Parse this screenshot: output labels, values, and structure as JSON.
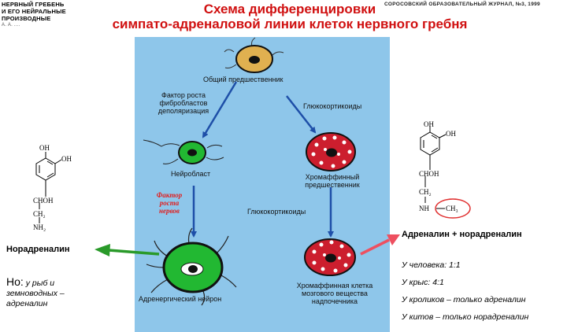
{
  "header": {
    "left_lines": [
      "НЕРВНЫЙ ГРЕБЕНЬ",
      "И ЕГО НЕЙРАЛЬНЫЕ",
      "ПРОИЗВОДНЫЕ",
      "А. А. ...."
    ],
    "right": "СОРОСОВСКИЙ ОБРАЗОВАТЕЛЬНЫЙ ЖУРНАЛ, №3, 1999"
  },
  "title": {
    "line1": "Схема дифференцировки",
    "line2": "симпато-адреналовой линии клеток нервного гребня"
  },
  "diagram": {
    "common_precursor": "Общий предшественник",
    "factor_fibroblast": [
      "Фактор роста",
      "фибробластов",
      "деполяризация"
    ],
    "glucocorticoids_1": "Глюкокортикоиды",
    "neuroblast": "Нейробласт",
    "chromaffin_precursor": [
      "Хромаффинный",
      "предшественник"
    ],
    "nerve_growth_factor": [
      "Фактор",
      "роста",
      "нервов"
    ],
    "glucocorticoids_2": "Глюкокортикоиды",
    "adrenergic_neuron": "Адренергический нейрон",
    "chromaffin_cell": [
      "Хромаффинная клетка",
      "мозгового вещества",
      "надпочечника"
    ]
  },
  "left_side": {
    "noradrenaline": "Норадреналин",
    "note_prefix": "Но:",
    "note_rest": " у рыб и",
    "note_line2": "земноводных –",
    "note_line3": "адреналин"
  },
  "right_side": {
    "adrenaline_pair": "Адреналин + норадреналин",
    "stats": [
      "У человека: 1:1",
      "У крыс: 4:1",
      "У кроликов – только адреналин",
      "У китов – только норадреналин"
    ]
  },
  "chem_left": {
    "oh_top": "OH",
    "oh_right": "OH",
    "choh": "CHOH",
    "ch2": "CH₂",
    "nh2": "NH₂"
  },
  "chem_right": {
    "oh_top": "OH",
    "oh_right": "OH",
    "choh": "CHOH",
    "ch2": "CH₂",
    "nh": "NH",
    "ch3": "CH₃"
  },
  "colors": {
    "panel": "#8ec6ea",
    "title": "#d01010",
    "precursor": "#e0b050",
    "neuroblast": "#22b832",
    "chromaffin": "#cc1e2e",
    "green_arrow": "#2a9a2a",
    "red_arrow": "#ee5060",
    "blue_arrow": "#1e4fa8"
  }
}
